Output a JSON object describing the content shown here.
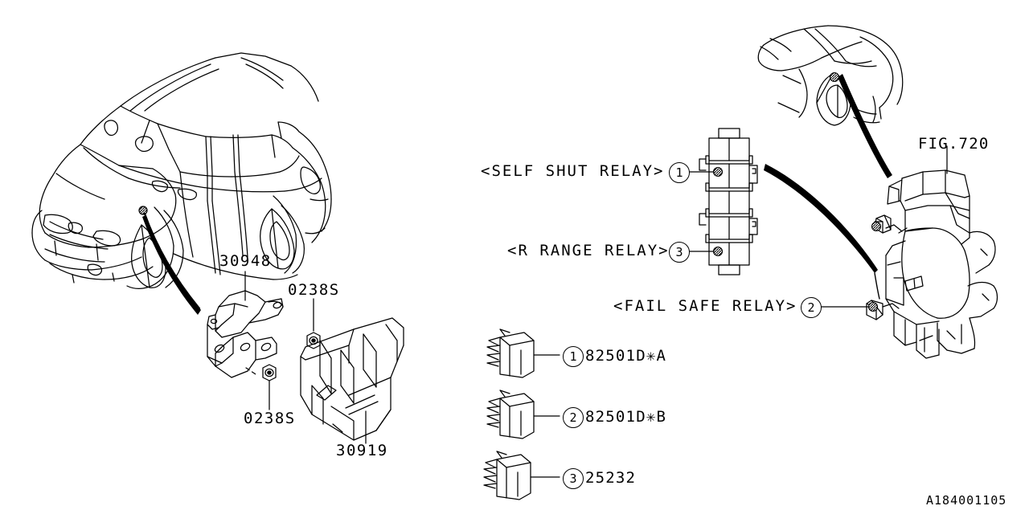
{
  "document": {
    "type": "automotive-parts-diagram",
    "code": "A184001105",
    "fig_reference": "FIG.720"
  },
  "left_assembly": {
    "bracket_part": "30948",
    "nut_part_upper": "0238S",
    "nut_part_lower": "0238S",
    "module_part": "30919"
  },
  "relay_callouts": [
    {
      "num": "1",
      "label": "<SELF SHUT RELAY>"
    },
    {
      "num": "3",
      "label": "<R RANGE RELAY>"
    },
    {
      "num": "2",
      "label": "<FAIL SAFE RELAY>"
    }
  ],
  "legend": [
    {
      "num": "1",
      "part": "82501D✳A"
    },
    {
      "num": "2",
      "part": "82501D✳B"
    },
    {
      "num": "3",
      "part": "25232"
    }
  ],
  "icons": {
    "vehicle_main": "vehicle-line-art-icon",
    "vehicle_inset": "vehicle-rear-quarter-icon",
    "relay_box": "relay-box-stack-icon",
    "heater_unit": "heater-blower-unit-icon",
    "bracket": "mounting-bracket-icon",
    "nut": "hex-nut-icon",
    "control_module": "control-module-icon",
    "relay_cube": "relay-cube-icon"
  }
}
